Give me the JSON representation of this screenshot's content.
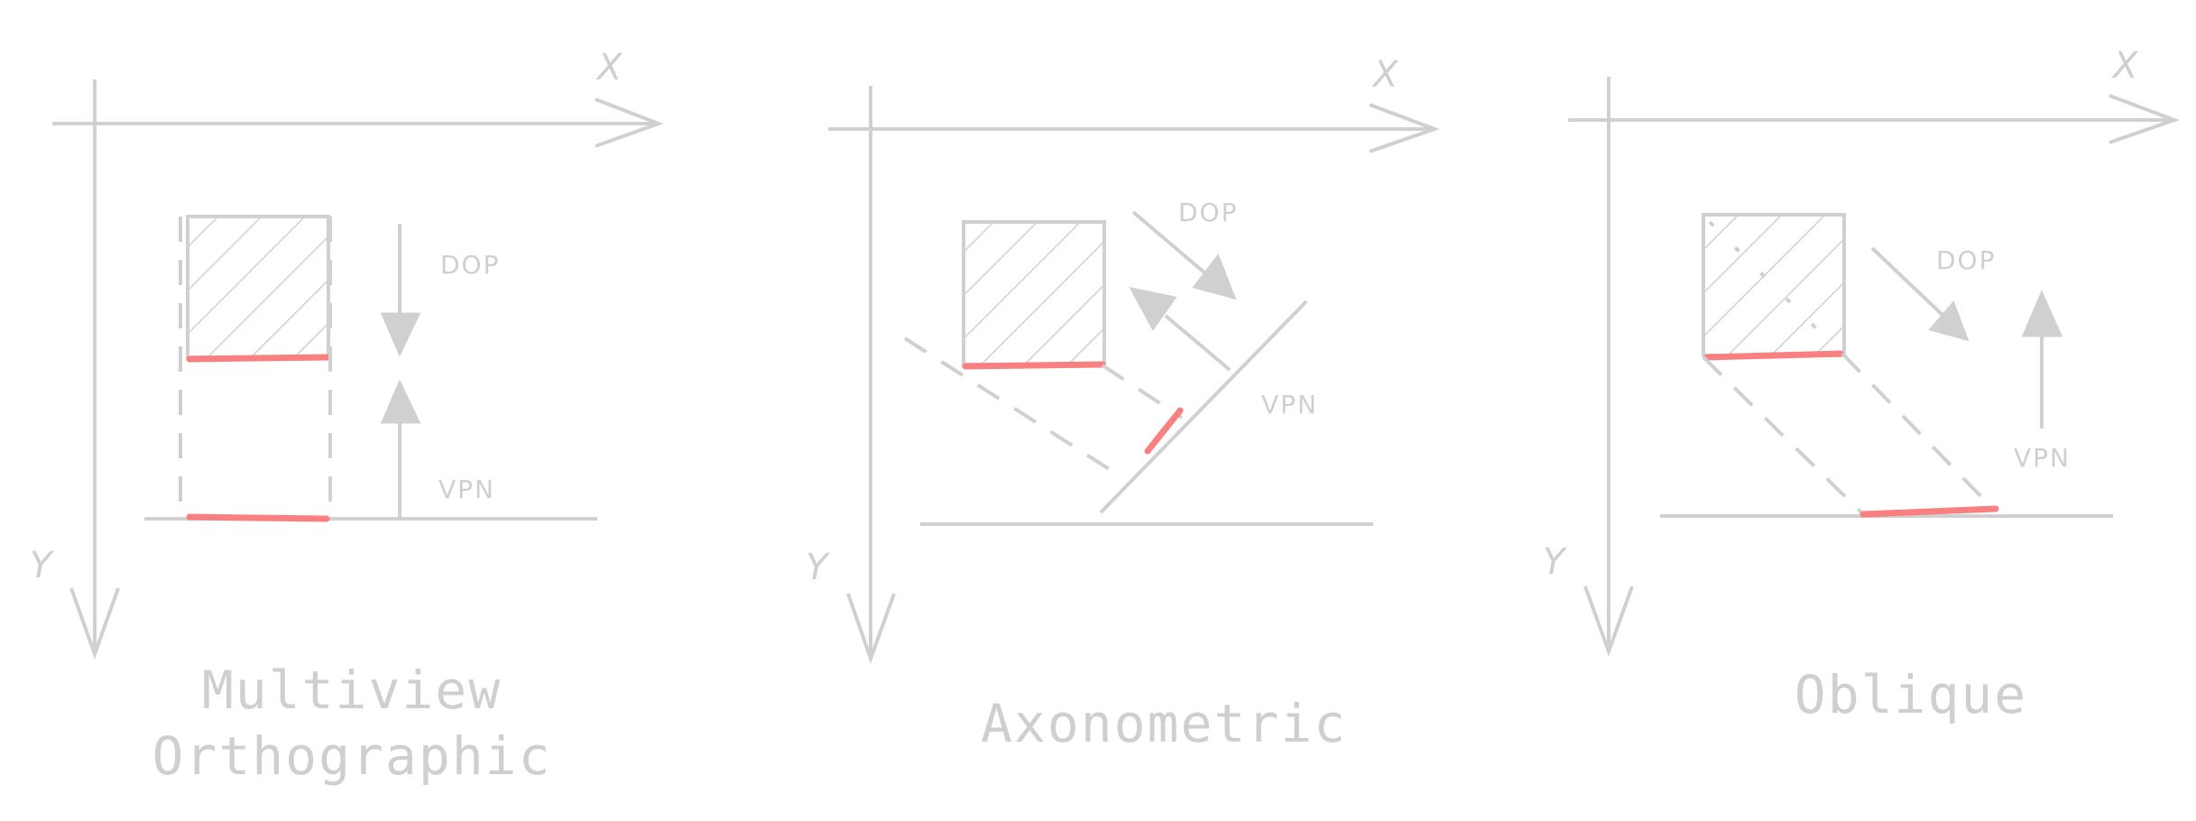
{
  "colors": {
    "stroke": "#d0d0d0",
    "highlight": "#f98080",
    "background": "#ffffff"
  },
  "panels": [
    {
      "axis_x": "X",
      "axis_y": "Y",
      "dop": "DOP",
      "vpn": "VPN",
      "caption_line1": "Multiview",
      "caption_line2": "Orthographic"
    },
    {
      "axis_x": "X",
      "axis_y": "Y",
      "dop": "DOP",
      "vpn": "VPN",
      "caption_line1": "Axonometric"
    },
    {
      "axis_x": "X",
      "axis_y": "Y",
      "dop": "DOP",
      "vpn": "VPN",
      "caption_line1": "Oblique"
    }
  ]
}
